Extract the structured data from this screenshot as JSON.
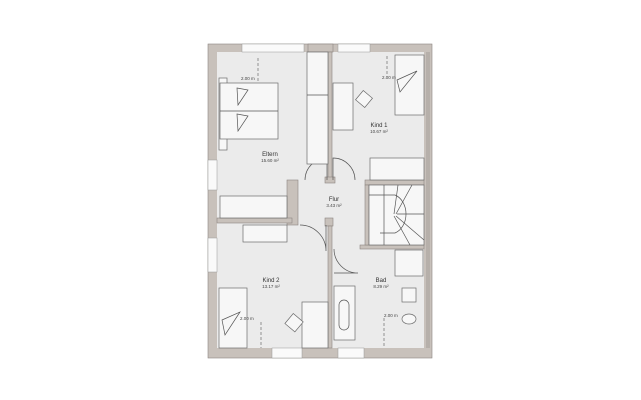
{
  "rooms": [
    {
      "name": "Eltern",
      "area": "15.60 m²"
    },
    {
      "name": "Kind 1",
      "area": "10.67 m²"
    },
    {
      "name": "Flur",
      "area": "3.43 m²"
    },
    {
      "name": "Kind 2",
      "area": "13.17 m²"
    },
    {
      "name": "Bad",
      "area": "8.29 m²"
    }
  ],
  "dimensions": [
    "2.00 m",
    "2.00 m",
    "2.00 m",
    "2.00 m"
  ],
  "colors": {
    "wall": "#c8c1bb",
    "floor": "#ebebeb"
  }
}
